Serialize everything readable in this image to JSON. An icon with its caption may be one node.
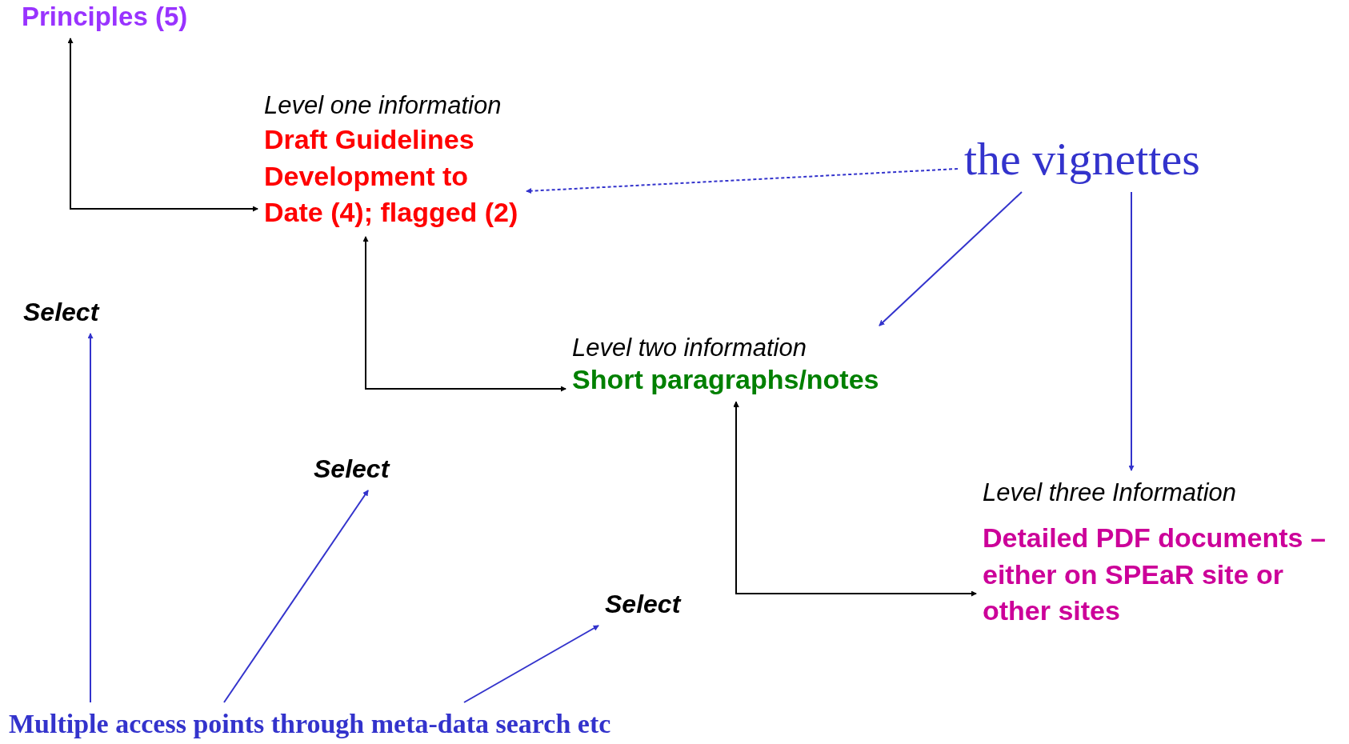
{
  "diagram": {
    "nodes": [
      {
        "text": [
          "Principles (5)"
        ]
      },
      {
        "text": [
          "Level one information",
          "Draft Guidelines Development to Date (4); flagged (2)"
        ]
      },
      {
        "text": [
          "the vignettes"
        ]
      },
      {
        "text": [
          "Select"
        ]
      },
      {
        "text": [
          "Level two information",
          "Short paragraphs/notes"
        ]
      },
      {
        "text": [
          "Select"
        ]
      },
      {
        "text": [
          "Level three Information",
          "Detailed PDF documents – either on SPEaR site or other sites"
        ]
      },
      {
        "text": [
          "Select"
        ]
      },
      {
        "text": [
          "Multiple access points through meta-data search etc"
        ]
      }
    ],
    "edges": [
      {
        "from": 0,
        "to": 1,
        "arrow": "both",
        "color": "#000000"
      },
      {
        "from": 1,
        "to": 4,
        "arrow": "both",
        "color": "#000000"
      },
      {
        "from": 4,
        "to": 6,
        "arrow": "both",
        "color": "#000000"
      },
      {
        "from": 2,
        "to": 1,
        "arrow": "to",
        "style": "dashed"
      },
      {
        "from": 2,
        "to": 4,
        "arrow": "to"
      },
      {
        "from": 2,
        "to": 6,
        "arrow": "to"
      },
      {
        "from": 8,
        "to": 3,
        "arrow": "to"
      },
      {
        "from": 8,
        "to": 5,
        "arrow": "to"
      },
      {
        "from": 8,
        "to": 7,
        "arrow": "to"
      }
    ]
  }
}
